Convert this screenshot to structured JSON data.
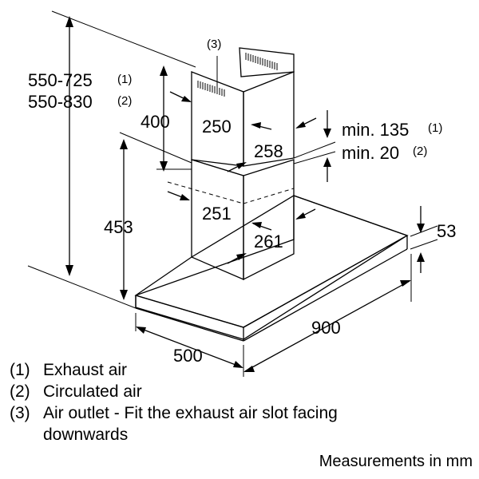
{
  "dimensions": {
    "total_height_exhaust": "550-725",
    "total_height_exhaust_ref": "(1)",
    "total_height_circ": "550-830",
    "total_height_circ_ref": "(2)",
    "upper_chimney_height": "400",
    "lower_chimney_height": "453",
    "air_outlet_ref": "(3)",
    "upper_chimney_width": "250",
    "upper_chimney_depth": "258",
    "lower_chimney_width": "251",
    "lower_chimney_depth": "261",
    "min_exhaust": "min. 135",
    "min_exhaust_ref": "(1)",
    "min_circ": "min. 20",
    "min_circ_ref": "(2)",
    "canopy_thickness": "53",
    "canopy_depth": "500",
    "canopy_width": "900"
  },
  "legend": [
    {
      "num": "(1)",
      "text": "Exhaust air"
    },
    {
      "num": "(2)",
      "text": "Circulated air"
    },
    {
      "num": "(3)",
      "text": "Air outlet - Fit the exhaust air slot facing downwards"
    }
  ],
  "footer": "Measurements in mm"
}
